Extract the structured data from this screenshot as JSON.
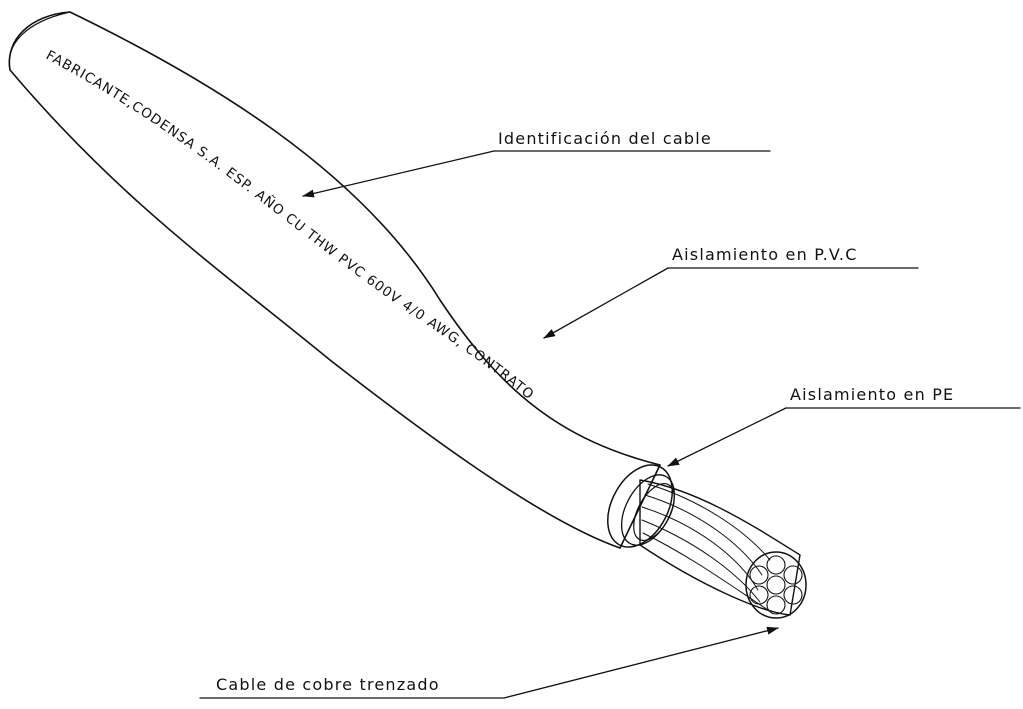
{
  "diagram": {
    "cable_print": "FABRICANTE,CODENSA S.A. ESP. AÑO CU THW PVC 600V 4/0 AWG, CONTRATO",
    "callouts": {
      "identification": "Identificación del cable",
      "pvc_insulation": "Aislamiento en P.V.C",
      "pe_insulation": "Aislamiento en PE",
      "copper_conductor": "Cable de cobre trenzado"
    }
  }
}
